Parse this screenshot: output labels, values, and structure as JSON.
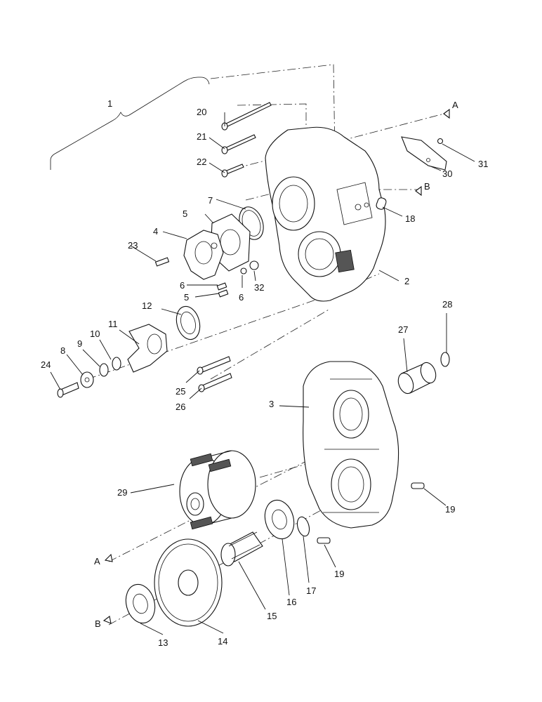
{
  "callouts": [
    {
      "id": "c1",
      "label": "1"
    },
    {
      "id": "c2",
      "label": "2"
    },
    {
      "id": "c3",
      "label": "3"
    },
    {
      "id": "c4",
      "label": "4"
    },
    {
      "id": "c5a",
      "label": "5"
    },
    {
      "id": "c5b",
      "label": "5"
    },
    {
      "id": "c6a",
      "label": "6"
    },
    {
      "id": "c6b",
      "label": "6"
    },
    {
      "id": "c7",
      "label": "7"
    },
    {
      "id": "c8",
      "label": "8"
    },
    {
      "id": "c9",
      "label": "9"
    },
    {
      "id": "c10",
      "label": "10"
    },
    {
      "id": "c11",
      "label": "11"
    },
    {
      "id": "c12",
      "label": "12"
    },
    {
      "id": "c13",
      "label": "13"
    },
    {
      "id": "c14",
      "label": "14"
    },
    {
      "id": "c15",
      "label": "15"
    },
    {
      "id": "c16",
      "label": "16"
    },
    {
      "id": "c17",
      "label": "17"
    },
    {
      "id": "c18",
      "label": "18"
    },
    {
      "id": "c19a",
      "label": "19"
    },
    {
      "id": "c19b",
      "label": "19"
    },
    {
      "id": "c20",
      "label": "20"
    },
    {
      "id": "c21",
      "label": "21"
    },
    {
      "id": "c22",
      "label": "22"
    },
    {
      "id": "c23",
      "label": "23"
    },
    {
      "id": "c24",
      "label": "24"
    },
    {
      "id": "c25",
      "label": "25"
    },
    {
      "id": "c26",
      "label": "26"
    },
    {
      "id": "c27",
      "label": "27"
    },
    {
      "id": "c28",
      "label": "28"
    },
    {
      "id": "c29",
      "label": "29"
    },
    {
      "id": "c30",
      "label": "30"
    },
    {
      "id": "c31",
      "label": "31"
    },
    {
      "id": "c32",
      "label": "32"
    }
  ],
  "reference_markers": [
    {
      "id": "a_top",
      "label": "A"
    },
    {
      "id": "b_top",
      "label": "B"
    },
    {
      "id": "a_bottom",
      "label": "A"
    },
    {
      "id": "b_bottom",
      "label": "B"
    }
  ]
}
